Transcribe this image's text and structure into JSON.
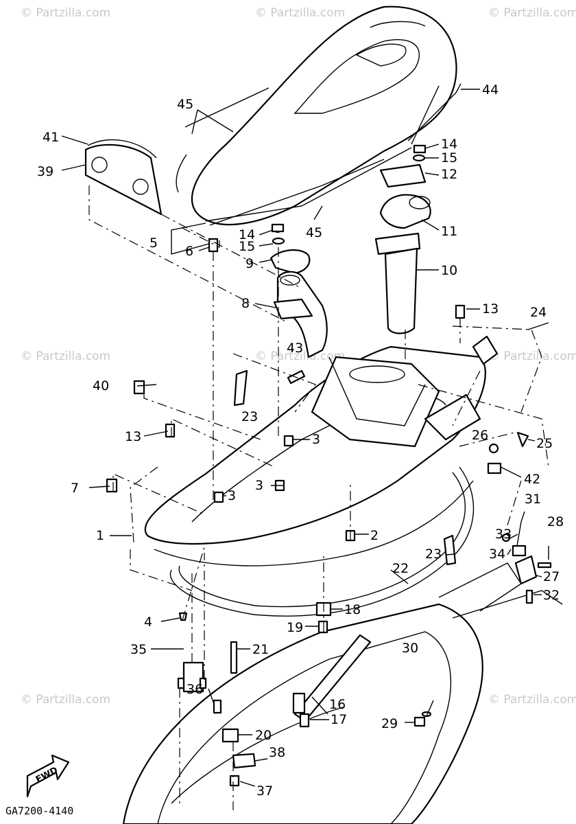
{
  "watermark": "© Partzilla.com",
  "diagram_code": "GA7200-4140",
  "fwd_label": "FWD",
  "callouts": [
    {
      "id": "c44",
      "text": "44"
    },
    {
      "id": "c45a",
      "text": "45"
    },
    {
      "id": "c45b",
      "text": "45"
    },
    {
      "id": "c41",
      "text": "41"
    },
    {
      "id": "c39",
      "text": "39"
    },
    {
      "id": "c14a",
      "text": "14"
    },
    {
      "id": "c15a",
      "text": "15"
    },
    {
      "id": "c12",
      "text": "12"
    },
    {
      "id": "c11",
      "text": "11"
    },
    {
      "id": "c5",
      "text": "5"
    },
    {
      "id": "c6",
      "text": "6"
    },
    {
      "id": "c14b",
      "text": "14"
    },
    {
      "id": "c15b",
      "text": "15"
    },
    {
      "id": "c9",
      "text": "9"
    },
    {
      "id": "c10",
      "text": "10"
    },
    {
      "id": "c8",
      "text": "8"
    },
    {
      "id": "c13a",
      "text": "13"
    },
    {
      "id": "c24",
      "text": "24"
    },
    {
      "id": "c43",
      "text": "43"
    },
    {
      "id": "c40",
      "text": "40"
    },
    {
      "id": "c23a",
      "text": "23"
    },
    {
      "id": "c13b",
      "text": "13"
    },
    {
      "id": "c3a",
      "text": "3"
    },
    {
      "id": "c26",
      "text": "26"
    },
    {
      "id": "c25",
      "text": "25"
    },
    {
      "id": "c7",
      "text": "7"
    },
    {
      "id": "c3b",
      "text": "3"
    },
    {
      "id": "c3c",
      "text": "3"
    },
    {
      "id": "c42",
      "text": "42"
    },
    {
      "id": "c1",
      "text": "1"
    },
    {
      "id": "c31",
      "text": "31"
    },
    {
      "id": "c28",
      "text": "28"
    },
    {
      "id": "c33",
      "text": "33"
    },
    {
      "id": "c2",
      "text": "2"
    },
    {
      "id": "c34",
      "text": "34"
    },
    {
      "id": "c23b",
      "text": "23"
    },
    {
      "id": "c27",
      "text": "27"
    },
    {
      "id": "c22",
      "text": "22"
    },
    {
      "id": "c32",
      "text": "32"
    },
    {
      "id": "c18",
      "text": "18"
    },
    {
      "id": "c4",
      "text": "4"
    },
    {
      "id": "c19",
      "text": "19"
    },
    {
      "id": "c35",
      "text": "35"
    },
    {
      "id": "c21",
      "text": "21"
    },
    {
      "id": "c30",
      "text": "30"
    },
    {
      "id": "c29",
      "text": "29"
    },
    {
      "id": "c36",
      "text": "36"
    },
    {
      "id": "c16",
      "text": "16"
    },
    {
      "id": "c17",
      "text": "17"
    },
    {
      "id": "c20",
      "text": "20"
    },
    {
      "id": "c38",
      "text": "38"
    },
    {
      "id": "c37",
      "text": "37"
    }
  ]
}
